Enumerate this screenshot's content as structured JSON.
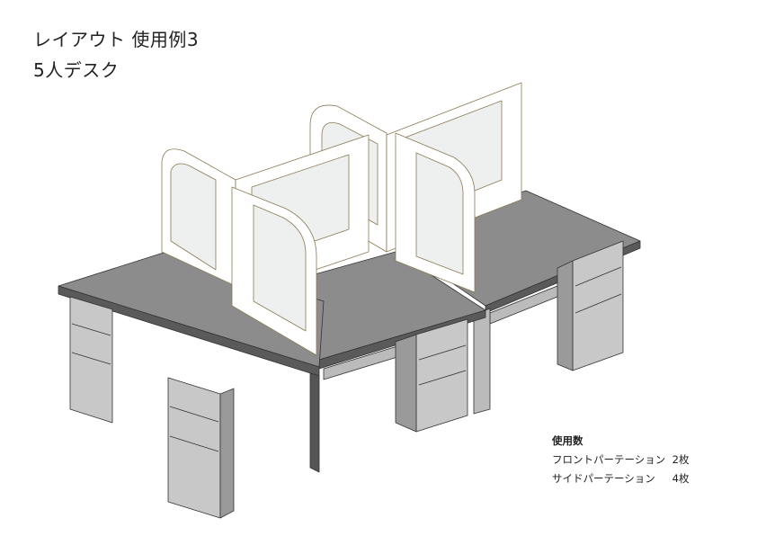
{
  "title": "レイアウト  使用例3",
  "subtitle": "5人デスク",
  "usage": {
    "heading": "使用数",
    "items": [
      {
        "name": "フロントパーテーション",
        "count": "2枚"
      },
      {
        "name": "サイドパーテーション",
        "count": "4枚"
      }
    ]
  },
  "colors": {
    "desk_top": "#8c8c8c",
    "desk_edge": "#5a5a5a",
    "pedestal": "#c8c8c8",
    "partition": "#ffffff",
    "partition_edge": "#b8a57a"
  }
}
